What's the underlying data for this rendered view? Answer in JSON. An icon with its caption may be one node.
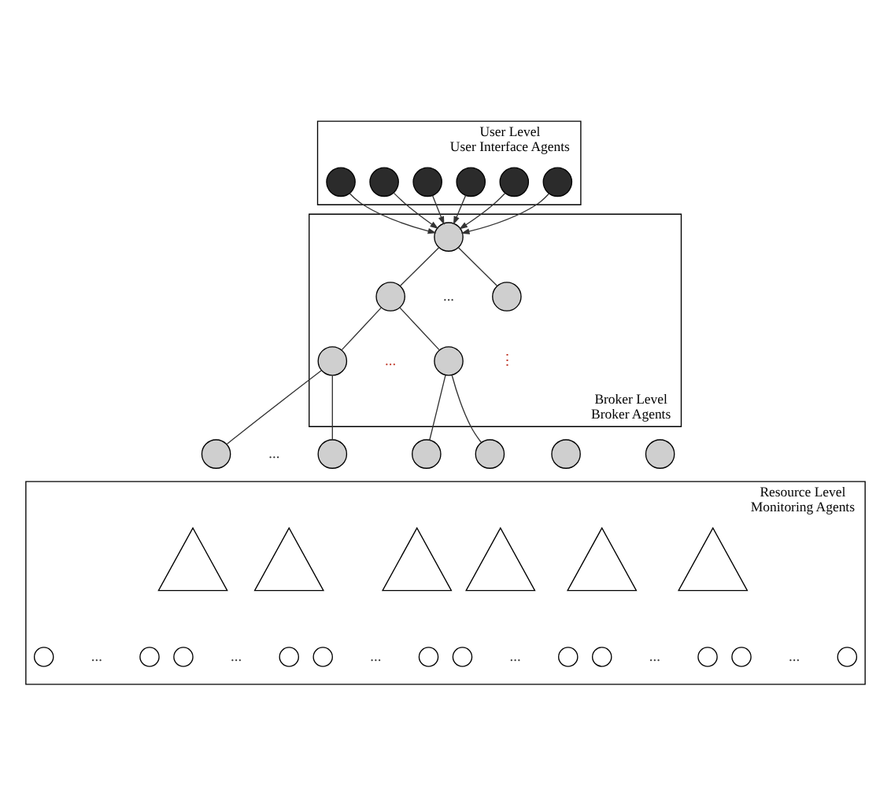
{
  "diagram": {
    "nodes": [
      {
        "text": [
          "User Level",
          "User Interface Agents"
        ]
      },
      {
        "text": [],
        "shape": "circle",
        "in": 0
      },
      {
        "text": [],
        "shape": "circle",
        "in": 0
      },
      {
        "text": [],
        "shape": "circle",
        "in": 0
      },
      {
        "text": [],
        "shape": "circle",
        "in": 0
      },
      {
        "text": [],
        "shape": "circle",
        "in": 0
      },
      {
        "text": [],
        "shape": "circle",
        "in": 0
      },
      {
        "text": [
          "Broker Level",
          "Broker Agents"
        ]
      },
      {
        "text": [],
        "shape": "circle",
        "in": 7
      },
      {
        "text": [],
        "shape": "circle",
        "in": 7
      },
      {
        "text": [],
        "shape": "circle",
        "in": 7
      },
      {
        "text": [],
        "shape": "circle",
        "in": 7
      },
      {
        "text": [],
        "shape": "circle",
        "in": 7
      },
      {
        "text": [],
        "shape": "circle"
      },
      {
        "text": [],
        "shape": "circle"
      },
      {
        "text": [],
        "shape": "circle"
      },
      {
        "text": [],
        "shape": "circle"
      },
      {
        "text": [],
        "shape": "circle"
      },
      {
        "text": [],
        "shape": "circle"
      },
      {
        "text": [
          "Resource Level",
          "Monitoring Agents"
        ]
      },
      {
        "text": [],
        "shape": "triangle",
        "in": 19
      },
      {
        "text": [],
        "shape": "triangle",
        "in": 19
      },
      {
        "text": [],
        "shape": "triangle",
        "in": 19
      },
      {
        "text": [],
        "shape": "triangle",
        "in": 19
      },
      {
        "text": [],
        "shape": "triangle",
        "in": 19
      },
      {
        "text": [],
        "shape": "triangle",
        "in": 19
      },
      {
        "text": [],
        "shape": "circle",
        "in": 19
      },
      {
        "text": [],
        "shape": "circle",
        "in": 19
      },
      {
        "text": [],
        "shape": "circle",
        "in": 19
      },
      {
        "text": [],
        "shape": "circle",
        "in": 19
      },
      {
        "text": [],
        "shape": "circle",
        "in": 19
      },
      {
        "text": [],
        "shape": "circle",
        "in": 19
      },
      {
        "text": [],
        "shape": "circle",
        "in": 19
      },
      {
        "text": [],
        "shape": "circle",
        "in": 19
      },
      {
        "text": [],
        "shape": "circle",
        "in": 19
      },
      {
        "text": [],
        "shape": "circle",
        "in": 19
      },
      {
        "text": [],
        "shape": "circle",
        "in": 19
      },
      {
        "text": [],
        "shape": "circle",
        "in": 19
      }
    ],
    "edges": [
      {
        "from": 1,
        "to": 8,
        "arrow": "to"
      },
      {
        "from": 2,
        "to": 8,
        "arrow": "to"
      },
      {
        "from": 3,
        "to": 8,
        "arrow": "to"
      },
      {
        "from": 4,
        "to": 8,
        "arrow": "to"
      },
      {
        "from": 5,
        "to": 8,
        "arrow": "to"
      },
      {
        "from": 6,
        "to": 8,
        "arrow": "to"
      },
      {
        "from": 8,
        "to": 9,
        "arrow": "none"
      },
      {
        "from": 8,
        "to": 10,
        "arrow": "none"
      },
      {
        "from": 9,
        "to": 11,
        "arrow": "none"
      },
      {
        "from": 9,
        "to": 12,
        "arrow": "none"
      },
      {
        "from": 11,
        "to": 13,
        "arrow": "none"
      },
      {
        "from": 11,
        "to": 14,
        "arrow": "none"
      },
      {
        "from": 12,
        "to": 15,
        "arrow": "none"
      },
      {
        "from": 12,
        "to": 16,
        "arrow": "none"
      }
    ],
    "labels": [
      "...",
      "...",
      "⋮",
      "...",
      "...",
      "...",
      "...",
      "...",
      "...",
      "..."
    ]
  }
}
